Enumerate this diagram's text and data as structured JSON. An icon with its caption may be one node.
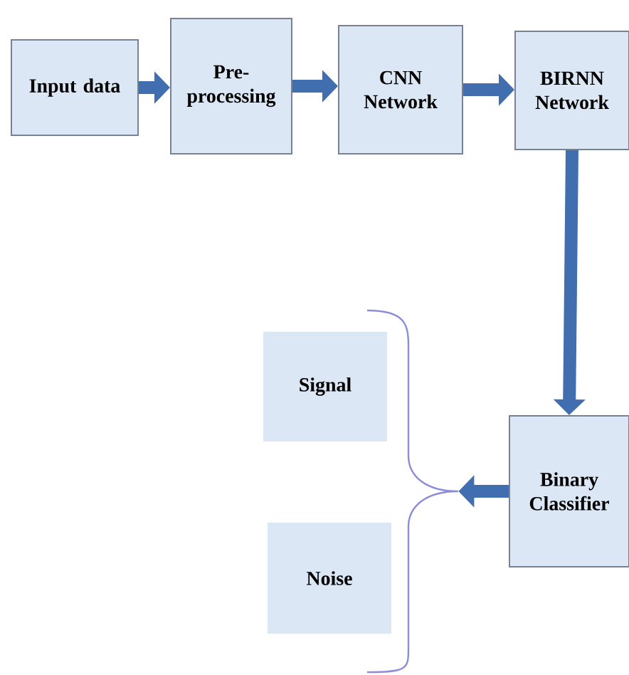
{
  "diagram": {
    "nodes": [
      {
        "text": [
          "Input data"
        ]
      },
      {
        "text": [
          "Pre- processing"
        ]
      },
      {
        "text": [
          "CNN Network"
        ]
      },
      {
        "text": [
          "BIRNN Network"
        ]
      },
      {
        "text": [
          "Binary Classifier"
        ]
      },
      {
        "text": [],
        "shape": "brace"
      },
      {
        "text": [
          "Signal"
        ]
      },
      {
        "text": [
          "Noise"
        ]
      }
    ],
    "edges": [
      {
        "from": 0,
        "to": 1,
        "arrow": "to"
      },
      {
        "from": 1,
        "to": 2,
        "arrow": "to"
      },
      {
        "from": 2,
        "to": 3,
        "arrow": "to"
      },
      {
        "from": 3,
        "to": 4,
        "arrow": "to"
      },
      {
        "from": 4,
        "to": 5,
        "arrow": "to"
      }
    ]
  }
}
